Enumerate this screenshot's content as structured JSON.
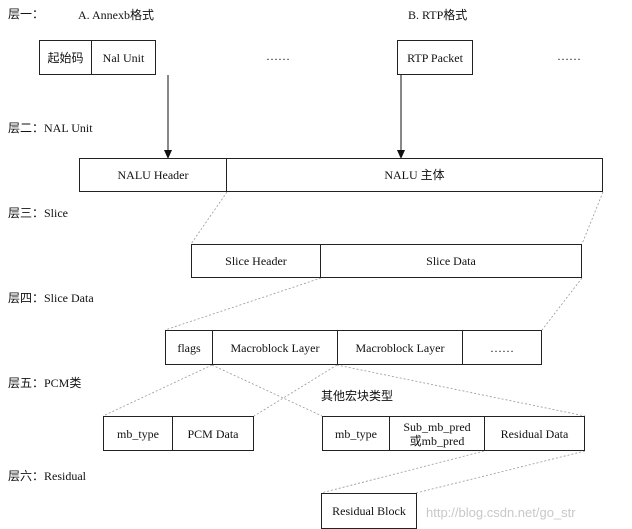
{
  "layers": {
    "l1": "层一：",
    "l2": "层二：NAL Unit",
    "l3": "层三：Slice",
    "l4": "层四：Slice Data",
    "l5": "层五：PCM类",
    "l6": "层六：Residual"
  },
  "formats": {
    "annexb": "A. Annexb格式",
    "rtp": "B. RTP格式"
  },
  "blocks": {
    "start_code": "起始码",
    "nal_unit": "Nal Unit",
    "dots_annexb": "……",
    "rtp_packet": "RTP Packet",
    "dots_rtp": "……",
    "nalu_header": "NALU Header",
    "nalu_body": "NALU 主体",
    "slice_header": "Slice Header",
    "slice_data": "Slice Data",
    "flags": "flags",
    "mb_layer_1": "Macroblock Layer",
    "mb_layer_2": "Macroblock Layer",
    "dots_mb": "……",
    "mb_type_pcm": "mb_type",
    "pcm_data": "PCM Data",
    "other_mb_types": "其他宏块类型",
    "mb_type_other": "mb_type",
    "sub_mb_pred_line1": "Sub_mb_pred",
    "sub_mb_pred_line2": "或mb_pred",
    "residual_data": "Residual Data",
    "residual_block": "Residual Block"
  },
  "watermark": "http://blog.csdn.net/go_str"
}
